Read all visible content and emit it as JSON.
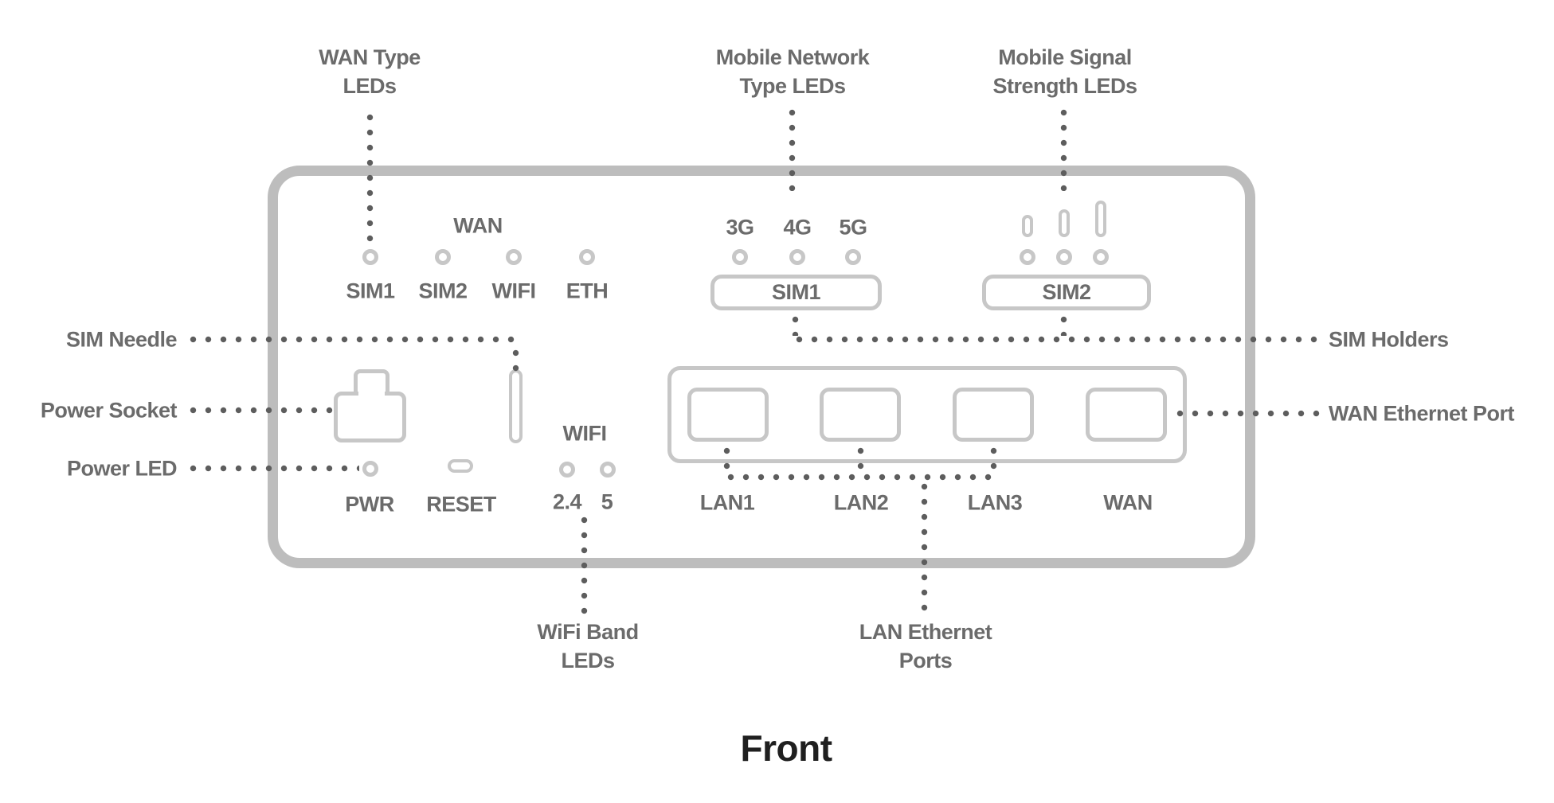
{
  "colors": {
    "device_outline": "#bdbdbd",
    "shape_outline": "#c7c7c7",
    "label_text": "#6b6b6b",
    "leader_dots": "#5d5d5d",
    "title_text": "#1f1f1f"
  },
  "device": {
    "wan_group": {
      "heading": "WAN",
      "led_labels": [
        "SIM1",
        "SIM2",
        "WIFI",
        "ETH"
      ]
    },
    "mobile_type": {
      "led_labels": [
        "3G",
        "4G",
        "5G"
      ]
    },
    "sim_holders": {
      "sim1": "SIM1",
      "sim2": "SIM2"
    },
    "power": {
      "pwr_label": "PWR",
      "reset_label": "RESET"
    },
    "wifi": {
      "heading": "WIFI",
      "bands": [
        "2.4",
        "5"
      ]
    },
    "ports": {
      "labels": [
        "LAN1",
        "LAN2",
        "LAN3",
        "WAN"
      ]
    }
  },
  "callouts": {
    "wan_type": [
      "WAN Type",
      "LEDs"
    ],
    "mobile_network": [
      "Mobile Network",
      "Type LEDs"
    ],
    "mobile_signal": [
      "Mobile Signal",
      "Strength LEDs"
    ],
    "sim_needle": "SIM Needle",
    "power_socket": "Power Socket",
    "power_led": "Power LED",
    "sim_holders": "SIM Holders",
    "wan_ethernet_port": "WAN Ethernet Port",
    "wifi_band": [
      "WiFi Band",
      "LEDs"
    ],
    "lan_ethernet": [
      "LAN Ethernet",
      "Ports"
    ]
  },
  "footer": {
    "title": "Front"
  }
}
